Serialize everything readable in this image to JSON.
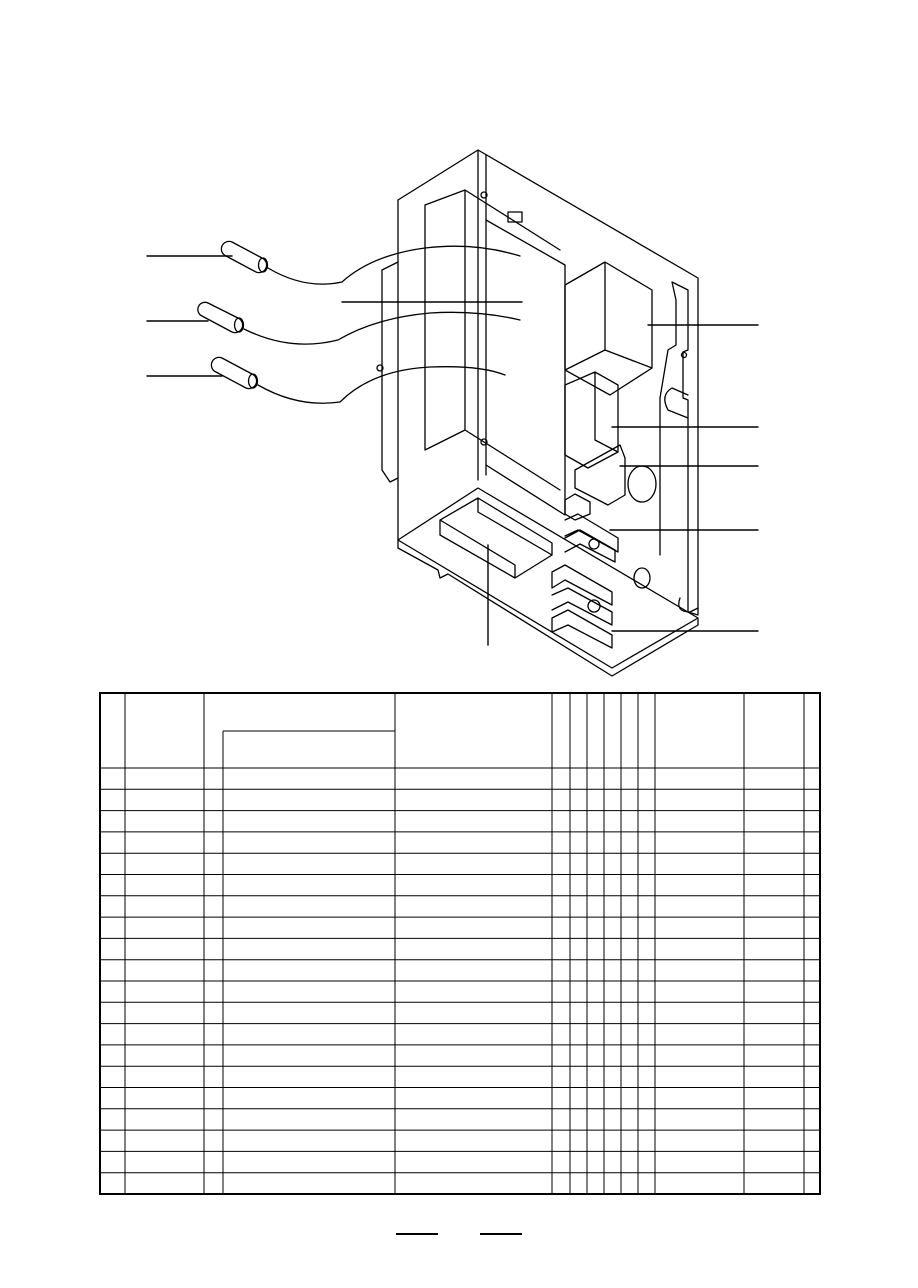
{
  "colors": {
    "ink": "#000000",
    "paper": "#ffffff"
  },
  "diagram": {
    "leader_lines": [
      "sensor-probe-1",
      "sensor-probe-2",
      "sensor-probe-3",
      "pcb-board",
      "component-upper-right",
      "component-middle",
      "component-lower",
      "terminal-block-upper",
      "terminal-block-lower",
      "bottom-component"
    ]
  },
  "table": {
    "rows": 20,
    "cells_text": []
  }
}
